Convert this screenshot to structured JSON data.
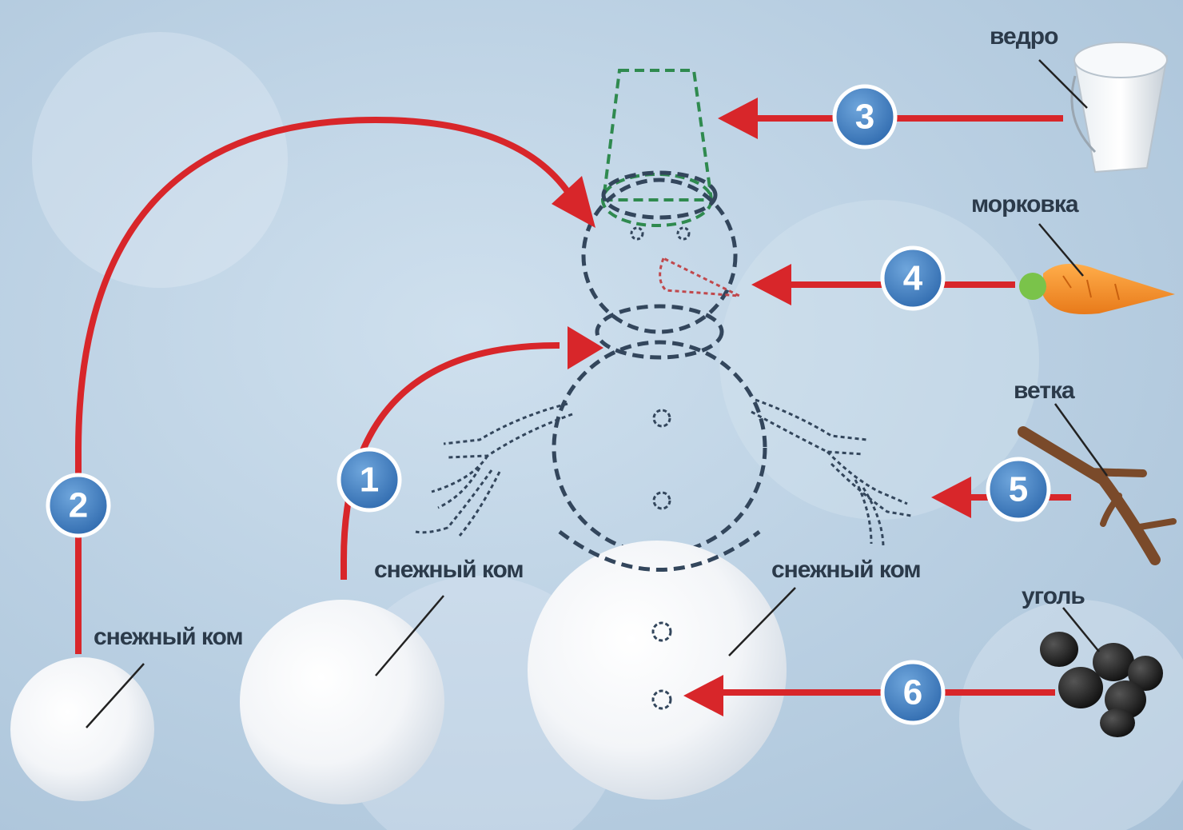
{
  "labels": {
    "bucket": "ведро",
    "carrot": "морковка",
    "branch": "ветка",
    "coal": "уголь",
    "snowball_small": "снежный ком",
    "snowball_medium": "снежный ком",
    "snowball_large": "снежный ком"
  },
  "steps": [
    "1",
    "2",
    "3",
    "4",
    "5",
    "6"
  ],
  "colors": {
    "arrow": "#d8262a",
    "badge": "#3f7fc4",
    "outline": "#33465c",
    "bucket_outline": "#2f8a4f",
    "carrot_outline": "#c0484c"
  }
}
